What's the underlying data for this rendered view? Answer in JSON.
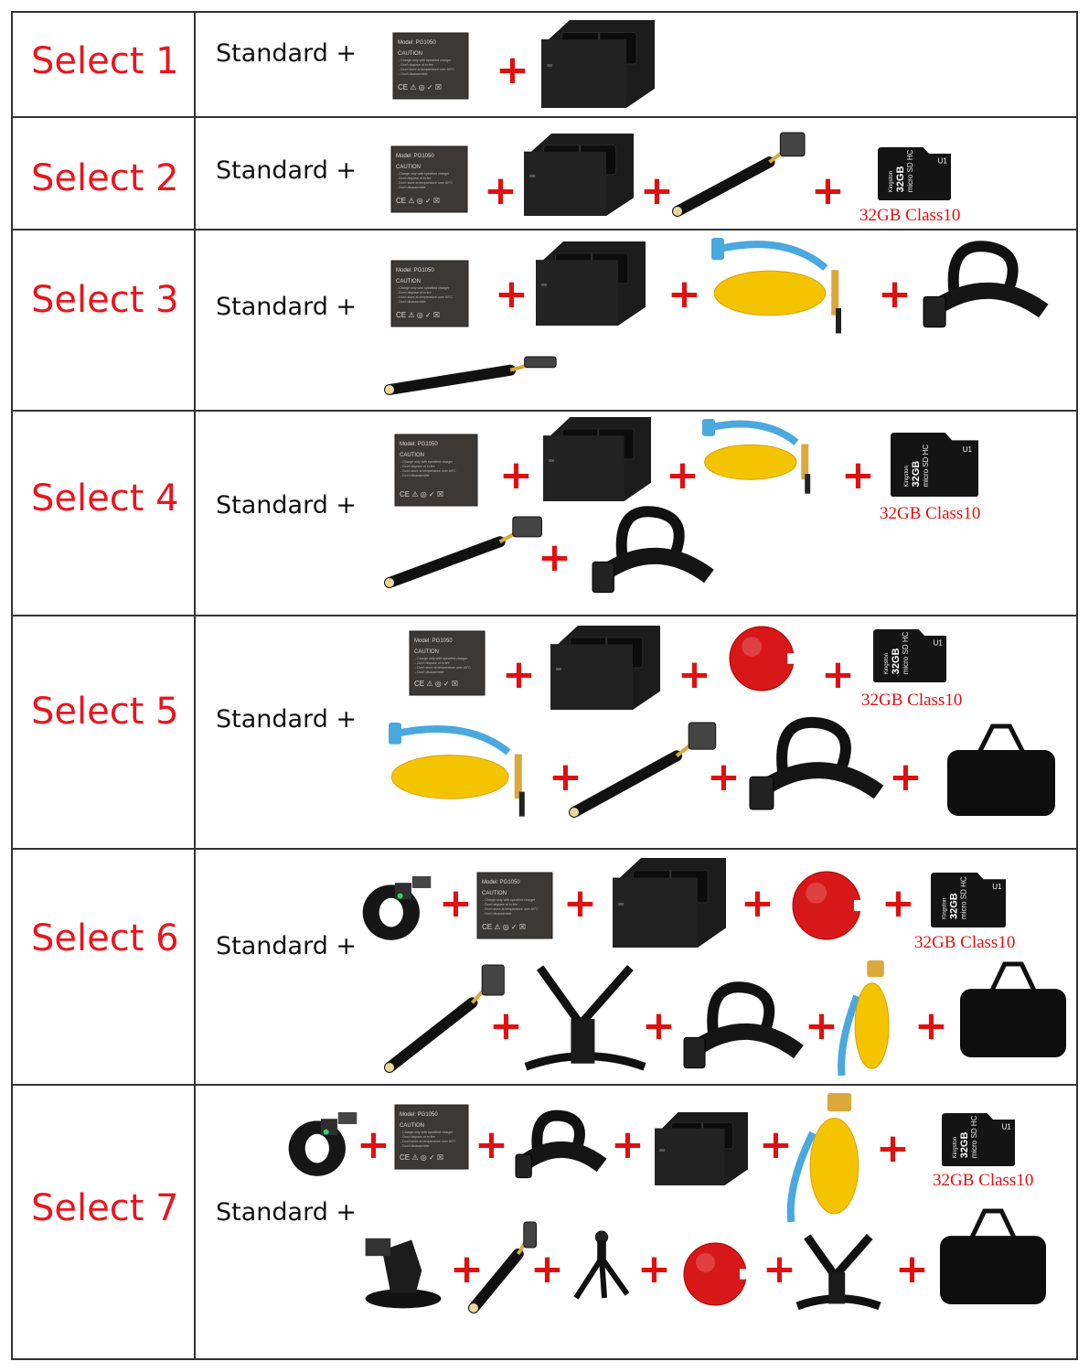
{
  "rows": [
    {
      "label": "Select 1",
      "prefix": "Standard +"
    },
    {
      "label": "Select 2",
      "prefix": "Standard +"
    },
    {
      "label": "Select 3",
      "prefix": "Standard +"
    },
    {
      "label": "Select 4",
      "prefix": "Standard +"
    },
    {
      "label": "Select 5",
      "prefix": "Standard +"
    },
    {
      "label": "Select 6",
      "prefix": "Standard +"
    },
    {
      "label": "Select 7",
      "prefix": "Standard +"
    }
  ],
  "plus_sign": "+",
  "sd_caption": "32GB Class10",
  "battery_text": {
    "model": "Model: PG1050",
    "caution": "CAUTION",
    "lines": [
      "- Charge only with specified charger",
      "- Don't dispose of in fire",
      "- Don't store at temperature over 60°C",
      "- Don't disassemble"
    ]
  },
  "sd_text": {
    "brand": "Kingston",
    "size": "32GB",
    "type": "micro SD HC",
    "class": "U1"
  },
  "items": [
    "battery-icon",
    "dual-charger-icon",
    "monopod-icon",
    "micro-sd-card-icon",
    "floating-grip-icon",
    "head-strap-icon",
    "red-filter-icon",
    "carry-case-icon",
    "wrist-strap-icon",
    "chest-harness-icon",
    "suction-cup-mount-icon",
    "mini-tripod-icon"
  ],
  "colors": {
    "label_red": "#e8161e",
    "plus_red": "#e01010",
    "float_yellow": "#f5c400",
    "strap_blue": "#4aa8de",
    "filter_red": "#d81818"
  }
}
